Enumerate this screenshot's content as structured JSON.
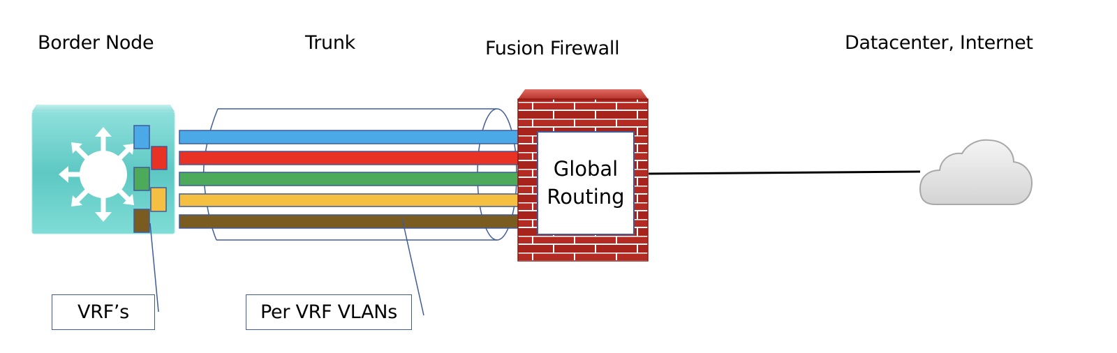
{
  "title_labels": {
    "border_node": "Border Node",
    "trunk": "Trunk",
    "fusion_firewall": "Fusion Firewall",
    "datacenter_internet": "Datacenter, Internet"
  },
  "firewall": {
    "inner_label_line1": "Global",
    "inner_label_line2": "Routing",
    "brick_color": "#a8231c",
    "mortar_color": "#ffffff"
  },
  "callouts": {
    "vrfs": "VRF’s",
    "per_vrf_vlans": "Per VRF VLANs"
  },
  "vrfs": [
    {
      "name": "vrf-blue",
      "color": "#4aa9e6"
    },
    {
      "name": "vrf-red",
      "color": "#e83224"
    },
    {
      "name": "vrf-green",
      "color": "#4caa5a"
    },
    {
      "name": "vrf-yellow",
      "color": "#f5bf42"
    },
    {
      "name": "vrf-brown",
      "color": "#7a5c20"
    }
  ],
  "colors": {
    "switch_teal": "#6fd3cf",
    "outline_blue": "#3f5b9a",
    "cloud_gray": "#d9d9d9"
  }
}
